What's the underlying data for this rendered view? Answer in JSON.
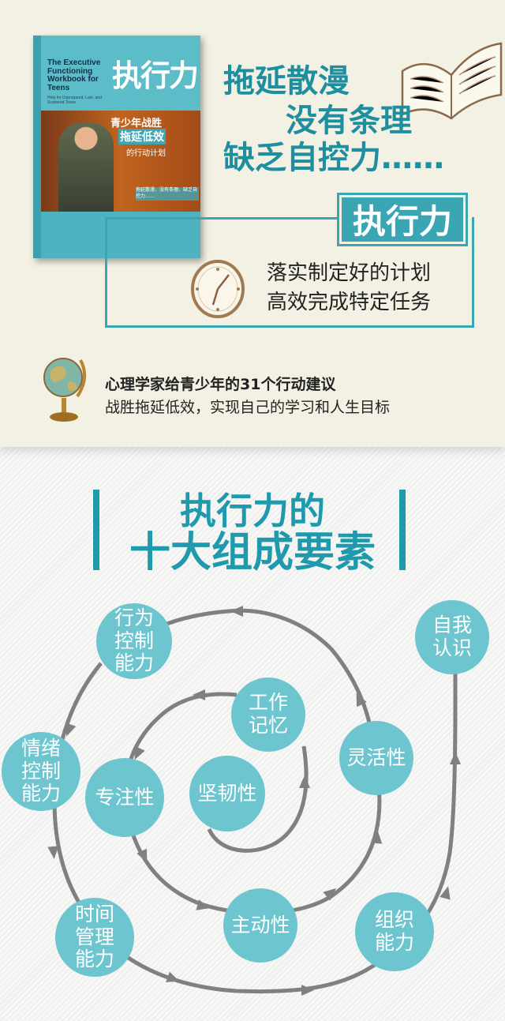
{
  "colors": {
    "teal": "#3aa6b4",
    "title_teal": "#1e9aac",
    "node": "#6cc5cf",
    "arrow": "#808080",
    "top_bg": "#f3f1e3"
  },
  "book": {
    "en_title": "The Executive Functioning Workbook for Teens",
    "en_subtitle": "Help for Unprepared, Late, and Scattered Teens",
    "zh_title": "执行力",
    "line1": "青少年战胜",
    "line2": "拖延低效",
    "line3": "的行动计划",
    "blurb": "拖延散漫、没有条理、缺乏自控力……"
  },
  "headline": {
    "line1": "拖延散漫",
    "line2": "没有条理",
    "line3": "缺乏自控力……"
  },
  "feature": {
    "tag": "执行力",
    "line1": "落实制定好的计划",
    "line2": "高效完成特定任务"
  },
  "tip": {
    "line1": "心理学家给青少年的31个行动建议",
    "line2": "战胜拖延低效，实现自己的学习和人生目标"
  },
  "section": {
    "title1": "执行力的",
    "title2": "十大组成要素"
  },
  "diagram": {
    "nodes": [
      "行为\n控制\n能力",
      "自我\n认识",
      "工作\n记忆",
      "灵活性",
      "情绪\n控制\n能力",
      "专注性",
      "坚韧性",
      "时间\n管理\n能力",
      "主动性",
      "组织\n能力"
    ]
  }
}
